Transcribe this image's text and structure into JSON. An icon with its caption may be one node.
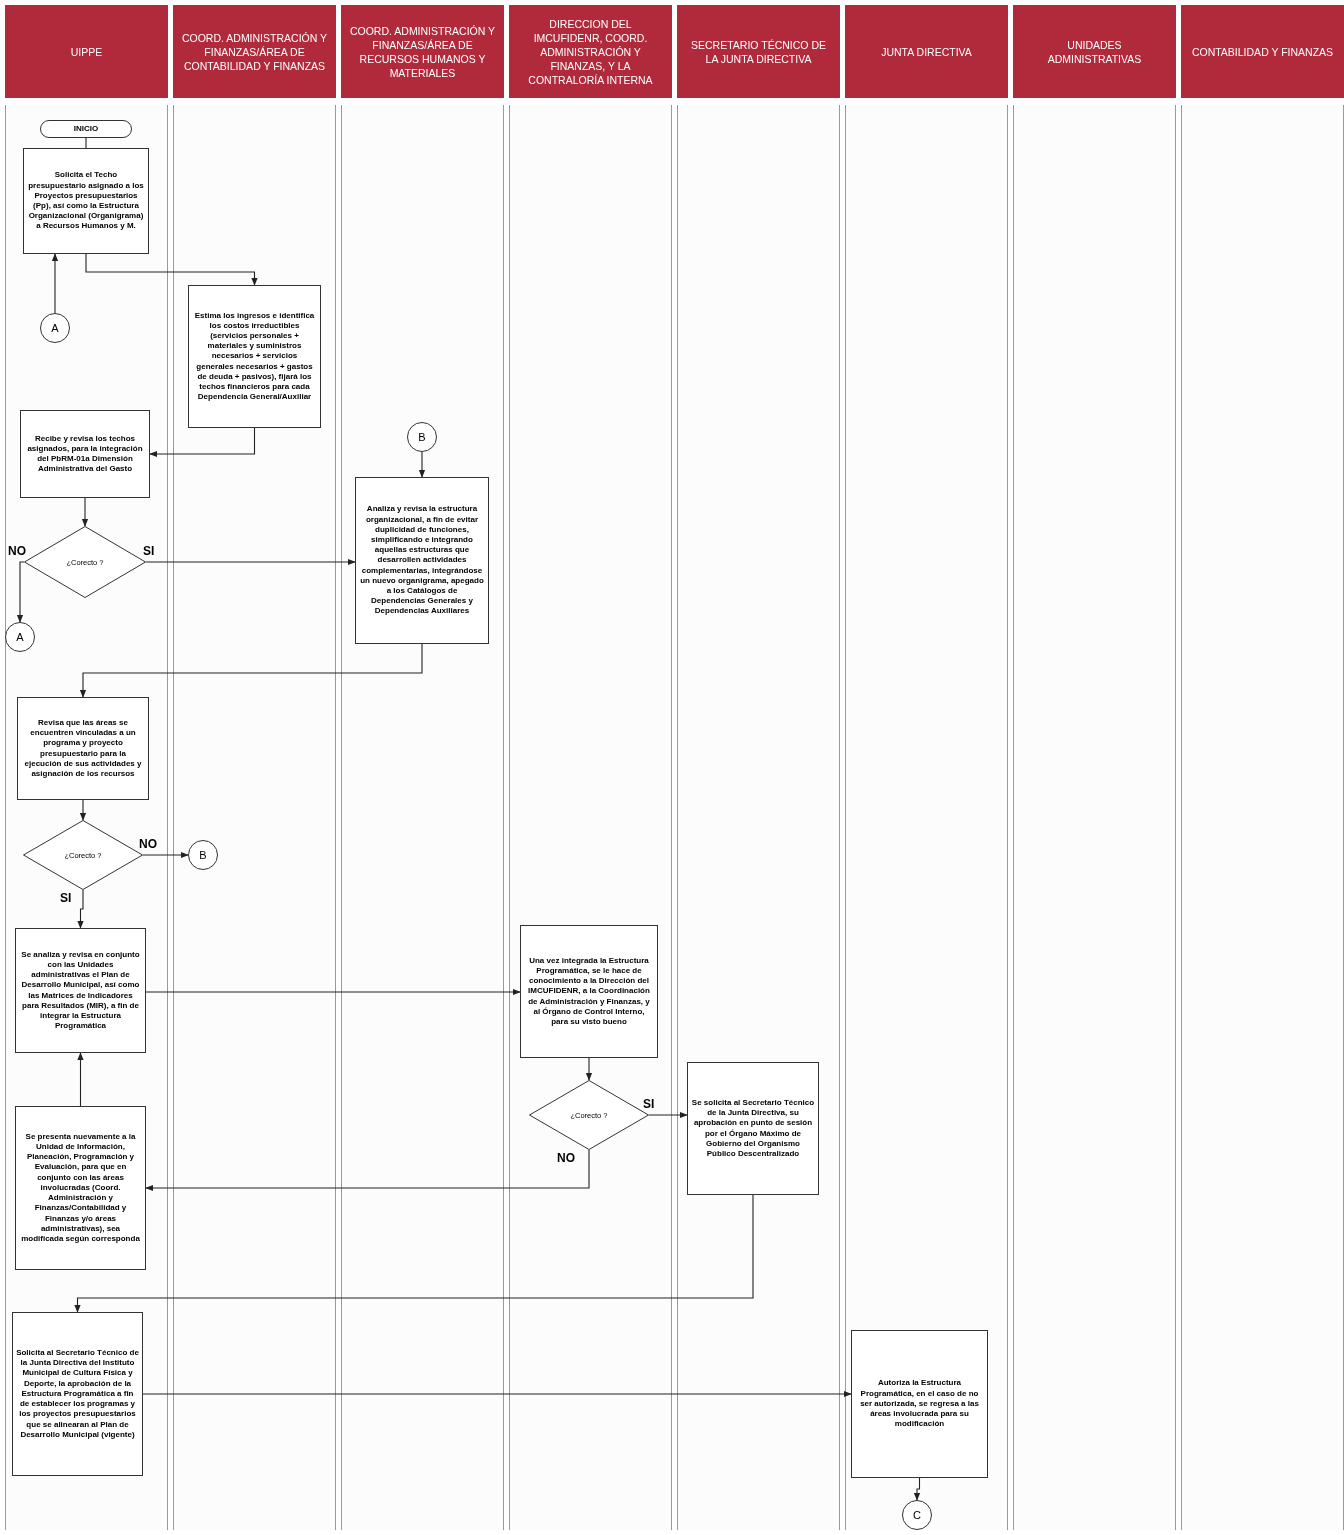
{
  "diagram": {
    "nodes": [
      {
        "text": [
          "UIPPE"
        ]
      },
      {
        "text": [
          "COORD. ADMINISTRACIÓN Y FINANZAS/ÁREA DE CONTABILIDAD Y FINANZAS"
        ]
      },
      {
        "text": [
          "COORD. ADMINISTRACIÓN Y FINANZAS/ÁREA DE RECURSOS HUMANOS Y MATERIALES"
        ]
      },
      {
        "text": [
          "DIRECCION DEL IMCUFIDENR, COORD. ADMINISTRACIÓN Y FINANZAS, Y LA CONTRALORÍA INTERNA"
        ]
      },
      {
        "text": [
          "SECRETARIO TÉCNICO DE LA JUNTA DIRECTIVA"
        ]
      },
      {
        "text": [
          "JUNTA DIRECTIVA"
        ]
      },
      {
        "text": [
          "UNIDADES ADMINISTRATIVAS"
        ]
      },
      {
        "text": [
          "CONTABILIDAD Y FINANZAS"
        ]
      },
      {
        "text": [
          "INICIO"
        ]
      },
      {
        "text": [
          "Solicita el Techo presupuestario asignado a los Proyectos presupuestarios (Pp), así como la Estructura Organizacional (Organigrama) a Recursos Humanos y M."
        ]
      },
      {
        "text": [
          "A"
        ]
      },
      {
        "text": [
          "Estima los ingresos e identifica los costos irreductibles (servicios personales + materiales y suministros necesarios + servicios generales necesarios + gastos de deuda + pasivos), fijará los techos financieros para cada Dependencia General/Auxiliar"
        ]
      },
      {
        "text": [
          "Recibe y revisa los techos asignados, para la integración del PbRM-01a Dimensión Administrativa del Gasto"
        ]
      },
      {
        "text": [
          "¿Corecto ?"
        ]
      },
      {
        "text": [
          "A"
        ]
      },
      {
        "text": [
          "B"
        ]
      },
      {
        "text": [
          "Analiza y revisa la estructura organizacional, a fin de evitar duplicidad de funciones, simplificando e integrando aquellas estructuras que desarrollen actividades complementarias, integrándose un nuevo organigrama, apegado a los Catálogos de Dependencias Generales y Dependencias Auxiliares"
        ]
      },
      {
        "text": [
          "Revisa que las áreas se encuentren vinculadas a un programa y proyecto presupuestario para la ejecución de sus actividades y asignación de los recursos"
        ]
      },
      {
        "text": [
          "¿Corecto ?"
        ]
      },
      {
        "text": [
          "B"
        ]
      },
      {
        "text": [
          "Se analiza y revisa en conjunto con las Unidades administrativas el Plan de Desarrollo Municipal, así como las Matrices de Indicadores para Resultados (MIR), a fin de integrar la Estructura Programática"
        ]
      },
      {
        "text": [
          "Una vez integrada la Estructura Programática, se le hace de conocimiento a la Dirección del IMCUFIDENR, a la Coordinación de Administración y Finanzas, y al Órgano de Control Interno, para su visto bueno"
        ]
      },
      {
        "text": [
          "¿Corecto ?"
        ]
      },
      {
        "text": [
          "Se solicita al Secretario Técnico de la Junta Directiva, su aprobación en punto de sesión por el Órgano Máximo de Gobierno del Organismo Público Descentralizado"
        ]
      },
      {
        "text": [
          "Se presenta nuevamente a la Unidad de Información, Planeación, Programación y Evaluación, para que en conjunto con las áreas involucradas (Coord. Administración y Finanzas/Contabilidad y Finanzas y/o áreas administrativas), sea modificada según corresponda"
        ]
      },
      {
        "text": [
          "Solicita al Secretario Técnico de la Junta Directiva del Instituto Municipal de Cultura Física y Deporte, la aprobación de la Estructura Programática a fin de establecer los programas y los proyectos presupuestarios que se alinearan al Plan de Desarrollo Municipal (vigente)"
        ]
      },
      {
        "text": [
          "Autoriza la Estructura Programática, en el caso de no ser autorizada, se regresa a las áreas involucrada para su modificación"
        ]
      },
      {
        "text": [
          "C"
        ]
      }
    ],
    "edges": [
      {
        "from": 8,
        "to": 9,
        "arrow": "none"
      },
      {
        "from": 10,
        "to": 9,
        "arrow": "to"
      },
      {
        "from": 9,
        "to": 11,
        "arrow": "to"
      },
      {
        "from": 11,
        "to": 12,
        "arrow": "to"
      },
      {
        "from": 12,
        "to": 13,
        "arrow": "to"
      },
      {
        "from": 13,
        "to": 16,
        "arrow": "to",
        "label": "SI"
      },
      {
        "from": 13,
        "to": 14,
        "arrow": "to",
        "label": "NO"
      },
      {
        "from": 15,
        "to": 16,
        "arrow": "to"
      },
      {
        "from": 16,
        "to": 17,
        "arrow": "to"
      },
      {
        "from": 17,
        "to": 18,
        "arrow": "to"
      },
      {
        "from": 18,
        "to": 19,
        "arrow": "to",
        "label": "NO"
      },
      {
        "from": 18,
        "to": 20,
        "arrow": "to",
        "label": "SI"
      },
      {
        "from": 20,
        "to": 21,
        "arrow": "to"
      },
      {
        "from": 21,
        "to": 22,
        "arrow": "to"
      },
      {
        "from": 22,
        "to": 23,
        "arrow": "to",
        "label": "SI"
      },
      {
        "from": 22,
        "to": 24,
        "arrow": "to",
        "label": "NO"
      },
      {
        "from": 24,
        "to": 20,
        "arrow": "to"
      },
      {
        "from": 23,
        "to": 25,
        "arrow": "to"
      },
      {
        "from": 25,
        "to": 26,
        "arrow": "to"
      },
      {
        "from": 26,
        "to": 27,
        "arrow": "to"
      }
    ]
  }
}
